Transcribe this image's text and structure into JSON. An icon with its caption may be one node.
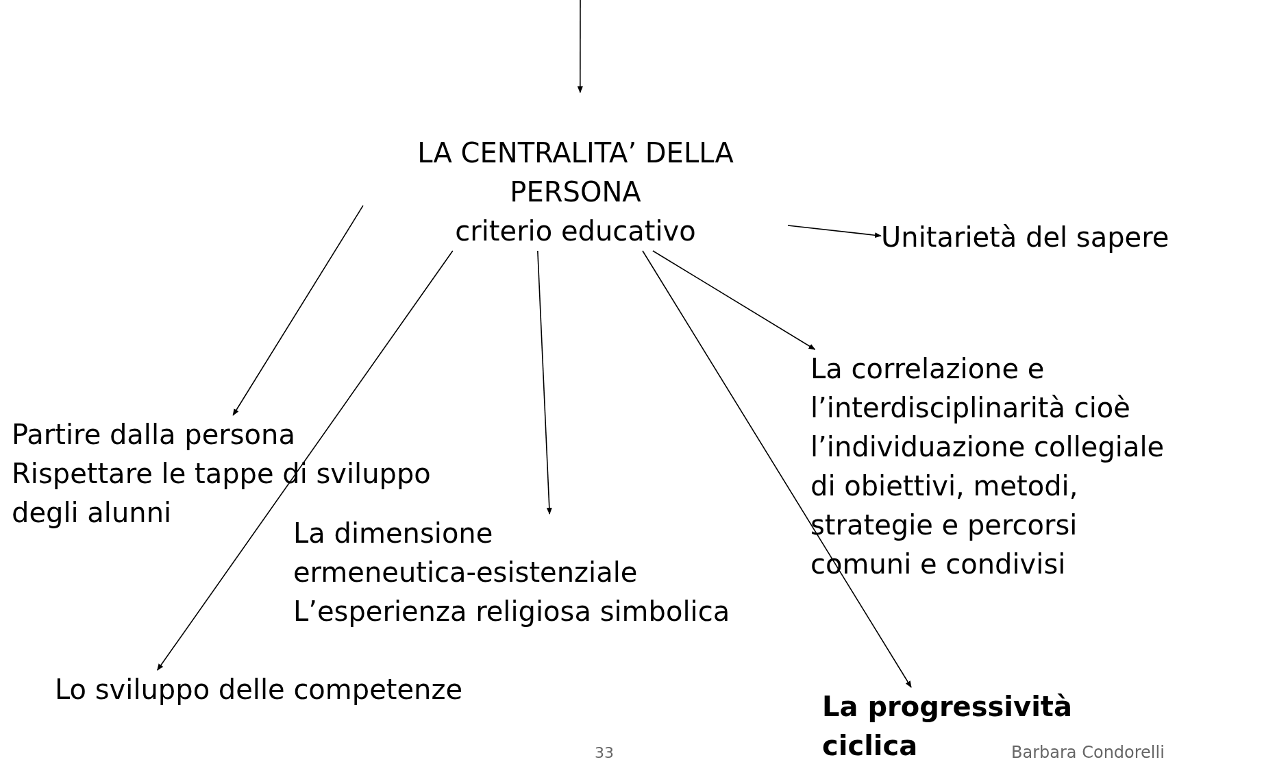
{
  "diagram": {
    "nodes": [
      {
        "text": [
          "LA CENTRALITA’ DELLA PERSONA",
          "criterio educativo"
        ]
      },
      {
        "text": [
          "Unitarietà del sapere"
        ]
      },
      {
        "text": [
          "Partire dalla persona",
          "Rispettare le tappe di sviluppo degli alunni"
        ]
      },
      {
        "text": [
          "La dimensione ermeneutica-esistenziale",
          "L’esperienza religiosa simbolica"
        ]
      },
      {
        "text": [
          "La correlazione e l’interdisciplinarità cioè l’individuazione collegiale di obiettivi, metodi, strategie e percorsi comuni e condivisi"
        ]
      },
      {
        "text": [
          "Lo sviluppo delle competenze"
        ]
      },
      {
        "text": [
          "La progressività ciclica"
        ]
      }
    ],
    "edges": [
      {
        "from": null,
        "to": 0,
        "arrow": "to"
      },
      {
        "from": 0,
        "to": 2,
        "arrow": "to"
      },
      {
        "from": 0,
        "to": 1,
        "arrow": "to"
      },
      {
        "from": 0,
        "to": 5,
        "arrow": "to"
      },
      {
        "from": 0,
        "to": 3,
        "arrow": "to"
      },
      {
        "from": 0,
        "to": 4,
        "arrow": "to"
      },
      {
        "from": 0,
        "to": 6,
        "arrow": "to"
      }
    ],
    "labels": [
      "33",
      "Barbara Condorelli"
    ]
  }
}
